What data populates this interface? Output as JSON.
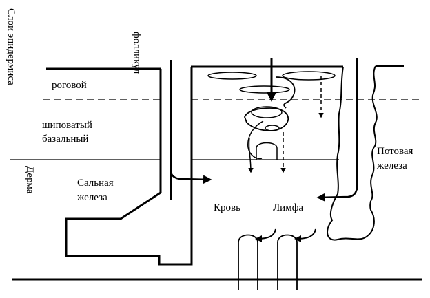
{
  "labels": {
    "epidermis_layers": "Слои эпидермиса",
    "follicle": "фолликул",
    "corneous": "роговой",
    "spinous": "шиповатый",
    "basal": "базальный",
    "dermis": "Дерма",
    "sebaceous_line1": "Сальная",
    "sebaceous_line2": "железа",
    "sweat_line1": "Потовая",
    "sweat_line2": "железа",
    "blood": "Кровь",
    "lymph": "Лимфа"
  }
}
